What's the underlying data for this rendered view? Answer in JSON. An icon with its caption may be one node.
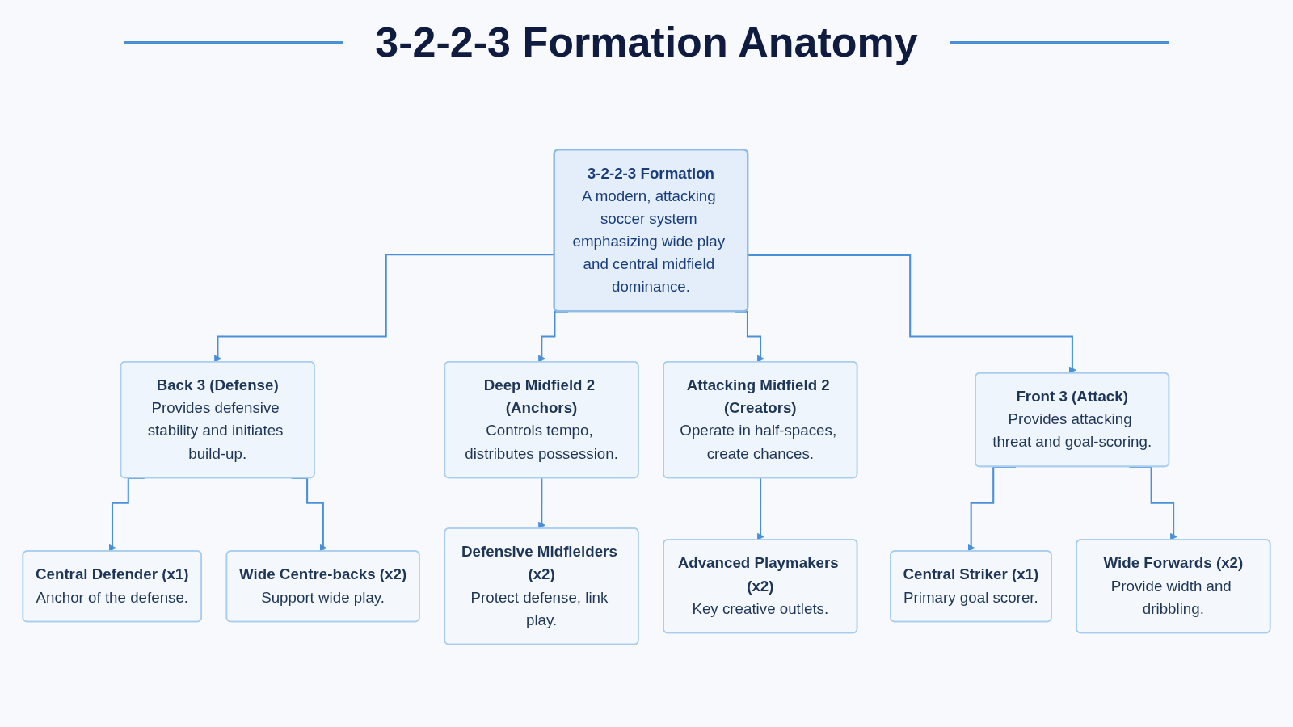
{
  "diagram": {
    "title": "3-2-2-3 Formation Anatomy",
    "nodes": [
      {
        "text": [
          "3-2-2-3 Formation",
          "A modern, attacking soccer system emphasizing wide play and central midfield dominance."
        ]
      },
      {
        "text": [
          "Back 3 (Defense)",
          "Provides defensive stability and initiates build-up."
        ]
      },
      {
        "text": [
          "Deep Midfield 2 (Anchors)",
          "Controls tempo, distributes possession."
        ]
      },
      {
        "text": [
          "Attacking Midfield 2 (Creators)",
          "Operate in half-spaces, create chances."
        ]
      },
      {
        "text": [
          "Front 3 (Attack)",
          "Provides attacking threat and goal-scoring."
        ]
      },
      {
        "text": [
          "Central Defender (x1)",
          "Anchor of the defense."
        ]
      },
      {
        "text": [
          "Wide Centre-backs (x2)",
          "Support wide play."
        ]
      },
      {
        "text": [
          "Defensive Midfielders (x2)",
          "Protect defense, link play."
        ]
      },
      {
        "text": [
          "Advanced Playmakers (x2)",
          "Key creative outlets."
        ]
      },
      {
        "text": [
          "Central Striker (x1)",
          "Primary goal scorer."
        ]
      },
      {
        "text": [
          "Wide Forwards (x2)",
          "Provide width and dribbling."
        ]
      }
    ],
    "edges": [
      {
        "from": 0,
        "to": 1,
        "arrow": "to"
      },
      {
        "from": 0,
        "to": 2,
        "arrow": "to"
      },
      {
        "from": 0,
        "to": 3,
        "arrow": "to"
      },
      {
        "from": 0,
        "to": 4,
        "arrow": "to"
      },
      {
        "from": 1,
        "to": 5,
        "arrow": "to"
      },
      {
        "from": 1,
        "to": 6,
        "arrow": "to"
      },
      {
        "from": 2,
        "to": 7,
        "arrow": "to"
      },
      {
        "from": 3,
        "to": 8,
        "arrow": "to"
      },
      {
        "from": 4,
        "to": 9,
        "arrow": "to"
      },
      {
        "from": 4,
        "to": 10,
        "arrow": "to"
      }
    ]
  }
}
